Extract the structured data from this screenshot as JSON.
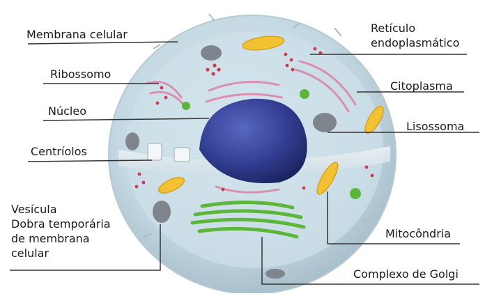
{
  "labels": {
    "membrana_celular": "Membrana celular",
    "ribossomo": "Ribossomo",
    "nucleo": "Núcleo",
    "centriolos": "Centríolos",
    "vesicula": "Vesícula\nDobra temporária\nde membrana\ncelular",
    "reticulo": "Retículo\nendoplasmático",
    "citoplasma": "Citoplasma",
    "lisossoma": "Lisossoma",
    "mitocondria": "Mitocôndria",
    "golgi": "Complexo de Golgi"
  },
  "colors": {
    "cytoplasm": "#c9dde6",
    "membrane": "#e6eef2",
    "nucleus": "#3b4aa0",
    "er": "#d98fb0",
    "mitochondria": "#f2c232",
    "golgi": "#6cc04a",
    "lysosome": "#8a8f96",
    "ribosome": "#d2384a",
    "leader_line": "#333333"
  }
}
